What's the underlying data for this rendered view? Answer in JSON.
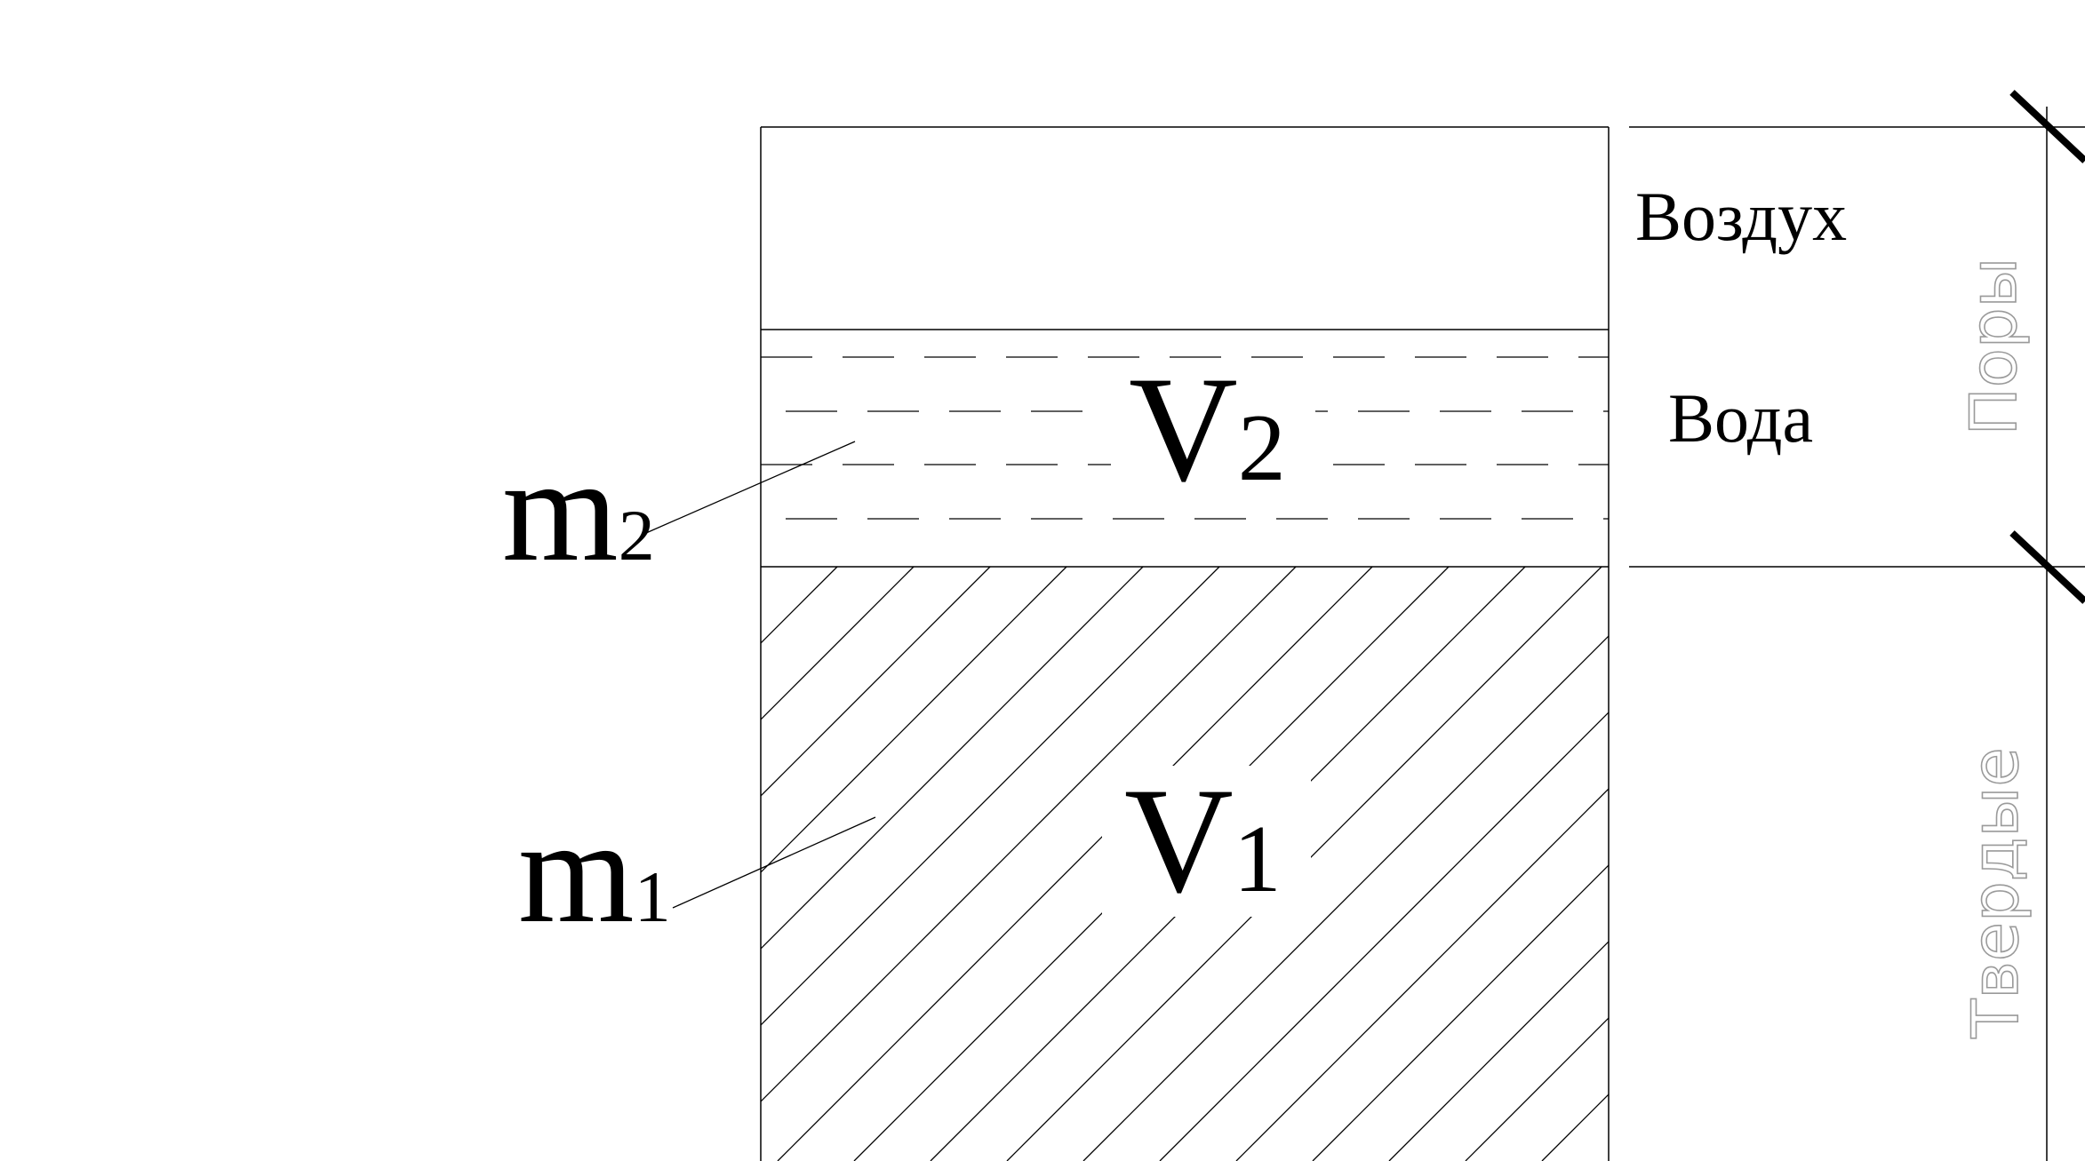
{
  "labels": {
    "air": "Воздух",
    "water": "Вода",
    "pores": "Поры",
    "solids": "Твердые",
    "v2_letter": "V",
    "v2_sub": "2",
    "v1_letter": "V",
    "v1_sub": "1",
    "m2_letter": "m",
    "m2_sub": "2",
    "m1_letter": "m",
    "m1_sub": "1"
  }
}
